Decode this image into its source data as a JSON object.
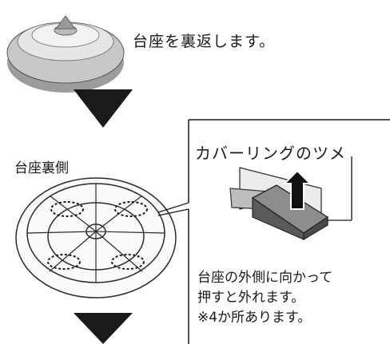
{
  "step1_text": "台座を裏返します。",
  "bottom_label": "台座裏側",
  "callout": {
    "title": "カバーリングのツメ",
    "note_lines": [
      "台座の外側に向かって",
      "押すと外れます。",
      "※4か所あります。"
    ]
  },
  "colors": {
    "line": "#1a1a1a",
    "arrow": "#1a1a1a",
    "base_fill": "#dcdcdc"
  }
}
